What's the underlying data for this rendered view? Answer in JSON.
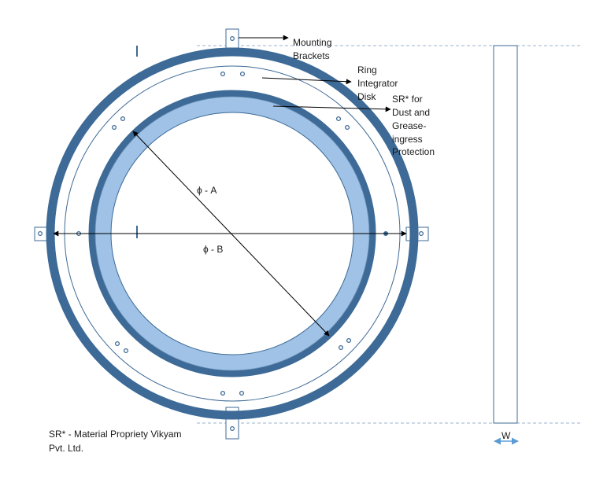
{
  "labels": {
    "mounting": [
      "Mounting",
      "Brackets"
    ],
    "ring": [
      "Ring",
      "Integrator",
      "Disk"
    ],
    "sr": [
      "SR* for",
      "Dust and",
      "Grease-",
      "ingress",
      "Protection"
    ],
    "phi_a": "ϕ - A",
    "phi_b": "ϕ - B",
    "width": "W",
    "footnote": [
      "SR* - Material Propriety Vikyam",
      "Pvt. Ltd."
    ]
  },
  "colors": {
    "outer_ring": "#3d6a96",
    "inner_ring": "#3d6a96",
    "sr_fill": "#9fc2e6",
    "dashed": "#9ab3cc",
    "arrow_w": "#5b9bd5",
    "line": "#3d6a96"
  }
}
